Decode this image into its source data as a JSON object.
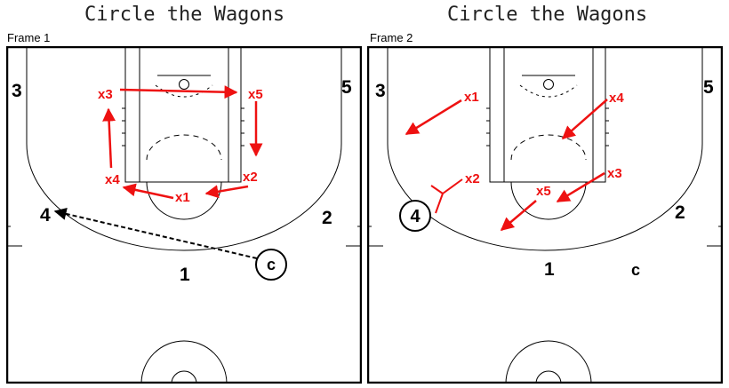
{
  "titles": [
    "Circle the Wagons",
    "Circle the Wagons"
  ],
  "frames": [
    {
      "label": "Frame 1",
      "offense": {
        "p1": "1",
        "p2": "2",
        "p3": "3",
        "p4": "4",
        "p5": "5",
        "coach": "c"
      },
      "defense": {
        "x1": "x1",
        "x2": "x2",
        "x3": "x3",
        "x4": "x4",
        "x5": "x5"
      }
    },
    {
      "label": "Frame 2",
      "offense": {
        "p1": "1",
        "p2": "2",
        "p3": "3",
        "p4": "4",
        "p5": "5",
        "coach": "c"
      },
      "defense": {
        "x1": "x1",
        "x2": "x2",
        "x3": "x3",
        "x4": "x4",
        "x5": "x5"
      }
    }
  ],
  "colors": {
    "defense": "#ee1111",
    "offense": "#000000",
    "lines": "#000000"
  }
}
